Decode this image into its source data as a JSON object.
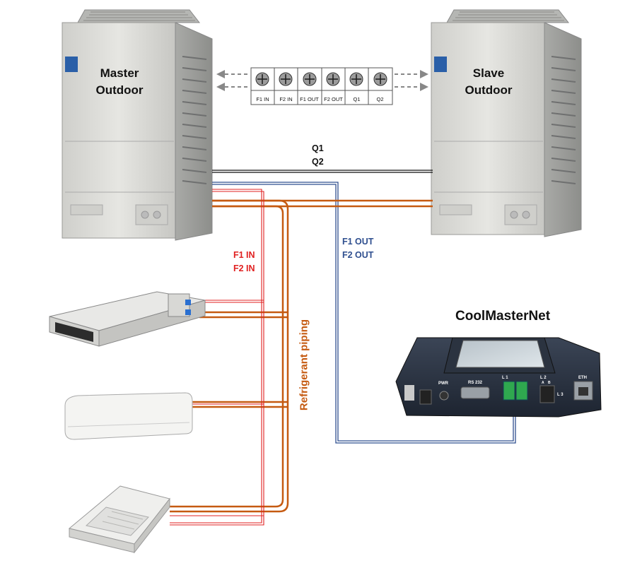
{
  "units": {
    "master": {
      "line1": "Master",
      "line2": "Outdoor"
    },
    "slave": {
      "line1": "Slave",
      "line2": "Outdoor"
    }
  },
  "terminal_block": {
    "labels": [
      "F1 IN",
      "F2 IN",
      "F1 OUT",
      "F2 OUT",
      "Q1",
      "Q2"
    ]
  },
  "wires": {
    "q_label1": "Q1",
    "q_label2": "Q2",
    "f_out_label1": "F1 OUT",
    "f_out_label2": "F2 OUT",
    "f_in_label1": "F1 IN",
    "f_in_label2": "F2 IN"
  },
  "piping_label": "Refrigerant piping",
  "device": {
    "title": "CoolMasterNet",
    "ports": [
      "PWR",
      "RS 232",
      "L 1",
      "L 2",
      "ETH",
      "L 3",
      "A",
      "B"
    ]
  },
  "colors": {
    "pipe": "#c55a11",
    "f_in": "#e02020",
    "f_out": "#2f4f8f",
    "q_wire": "#111111",
    "unit_body": "#d9d9d6"
  }
}
